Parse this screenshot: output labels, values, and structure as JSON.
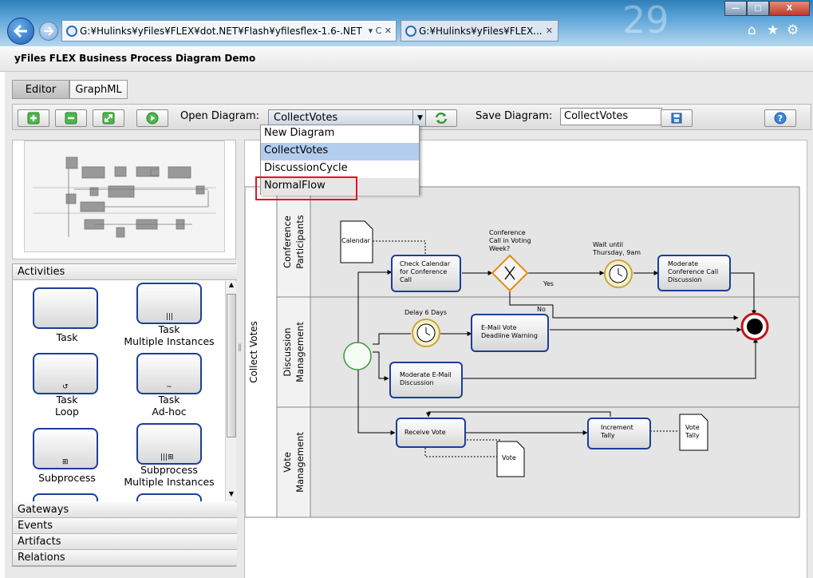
{
  "browser": {
    "tab1_title": "G:¥Hulinks¥yFiles¥FLEX¥dot.NET¥Flash¥yfilesflex-1.6-.NET",
    "tab2_title": "G:¥Hulinks¥yFiles¥FLEX...",
    "clock": "29",
    "tab1_controls": "▾ C ✕",
    "window_controls": {
      "minimize": "—",
      "maximize": "□",
      "close": "X"
    },
    "right_icons": {
      "home": "⌂",
      "favorites": "★",
      "tools": "⚙"
    }
  },
  "app": {
    "title": "yFiles FLEX Business Process Diagram Demo"
  },
  "tabs": {
    "editor": "Editor",
    "graphml": "GraphML"
  },
  "toolbar": {
    "open_label": "Open Diagram:",
    "open_value": "CollectVotes",
    "save_label": "Save Diagram:",
    "save_value": "CollectVotes",
    "icons": {
      "add": "plus-icon",
      "remove": "minus-icon",
      "resize": "fit-icon",
      "run": "play-icon",
      "refresh": "refresh-icon",
      "save": "disk-icon",
      "help": "help-icon"
    }
  },
  "dropdown": {
    "items": [
      "New Diagram",
      "CollectVotes",
      "DiscussionCycle",
      "NormalFlow"
    ],
    "selected": "CollectVotes",
    "highlighted": "NormalFlow"
  },
  "palette": {
    "sections": {
      "activities": "Activities",
      "gateways": "Gateways",
      "events": "Events",
      "artifacts": "Artifacts",
      "relations": "Relations"
    },
    "items": [
      {
        "line1": "Task",
        "line2": "",
        "marker": ""
      },
      {
        "line1": "Task",
        "line2": "Multiple Instances",
        "marker": "|||"
      },
      {
        "line1": "Task",
        "line2": "Loop",
        "marker": "↺"
      },
      {
        "line1": "Task",
        "line2": "Ad-hoc",
        "marker": "~"
      },
      {
        "line1": "Subprocess",
        "line2": "",
        "marker": "⊞"
      },
      {
        "line1": "Subprocess",
        "line2": "Multiple Instances",
        "marker": "|||⊞"
      }
    ]
  },
  "diagram": {
    "pool": "Collect Votes",
    "lanes": {
      "lane1": "Conference Participants",
      "lane2": "Discussion Management",
      "lane3": "Vote Management"
    },
    "lane1_line1": "Conference",
    "lane1_line2": "Participants",
    "lane2_line1": "Discussion",
    "lane2_line2": "Management",
    "lane3_line1": "Vote",
    "lane3_line2": "Management",
    "nodes": {
      "calendar": "Calendar",
      "check1": "Check Calendar",
      "check2": "for Conference",
      "check3": "Call",
      "gw1": "Conference",
      "gw2": "Call in Voting",
      "gw3": "Week?",
      "yes": "Yes",
      "no": "No",
      "wait1": "Wait until",
      "wait2": "Thursday, 9am",
      "mod1": "Moderate",
      "mod2": "Conference Call",
      "mod3": "Discussion",
      "delay": "Delay 6 Days",
      "email1": "E-Mail Vote",
      "email2": "Deadline Warning",
      "modemail1": "Moderate E-Mail",
      "modemail2": "Discussion",
      "receive": "Receive Vote",
      "vote": "Vote",
      "inc1": "Increment",
      "inc2": "Tally",
      "tally1": "Vote",
      "tally2": "Tally"
    }
  },
  "colors": {
    "task_border": "#1c3e9a",
    "gateway_border": "#e08c10",
    "end_event": "#c0141b",
    "start_event": "#3a9a3a",
    "highlight": "#e0171f"
  }
}
